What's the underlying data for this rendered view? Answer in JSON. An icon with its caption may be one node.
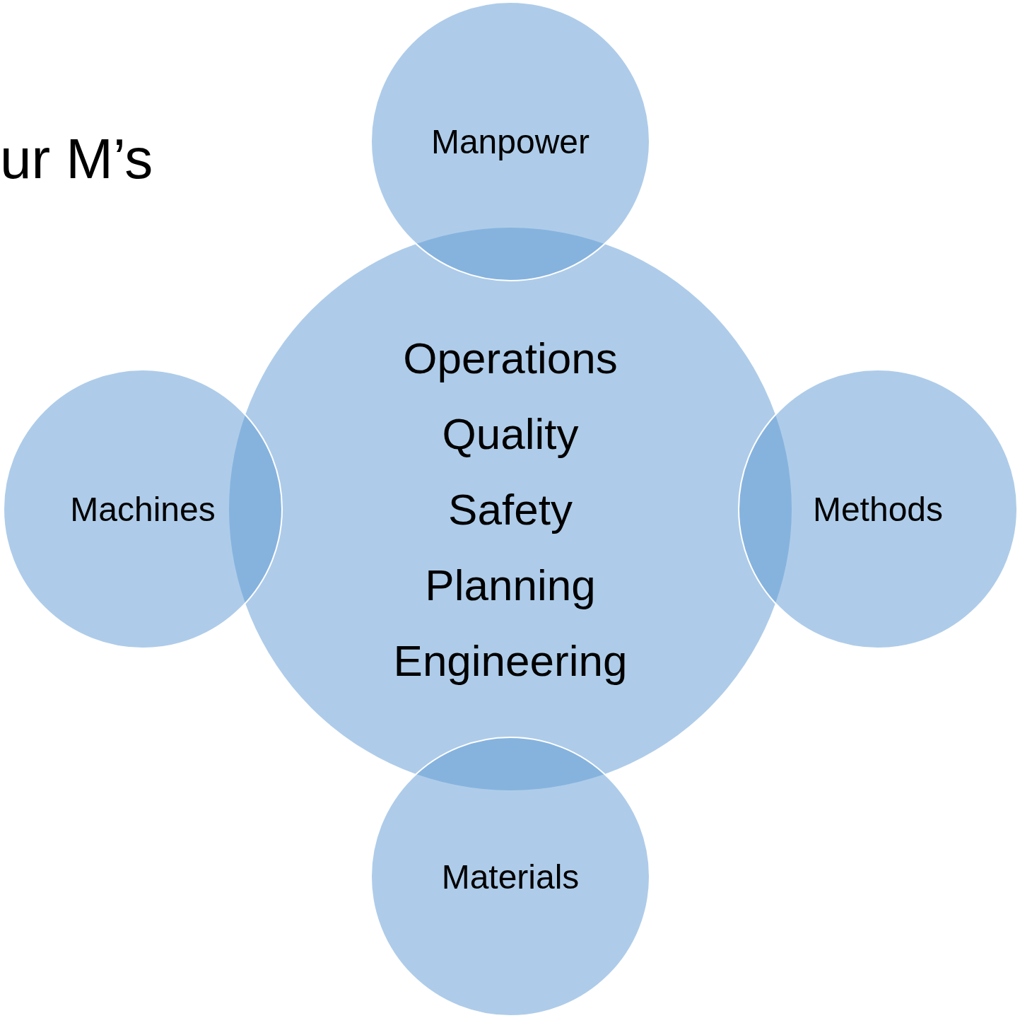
{
  "diagram": {
    "title": "ur M’s",
    "nodes": [
      {
        "text": [
          "Operations",
          "Quality",
          "Safety",
          "Planning",
          "Engineering"
        ]
      },
      {
        "text": [
          "Manpower"
        ]
      },
      {
        "text": [
          "Machines"
        ]
      },
      {
        "text": [
          "Methods"
        ]
      },
      {
        "text": [
          "Materials"
        ]
      }
    ]
  }
}
